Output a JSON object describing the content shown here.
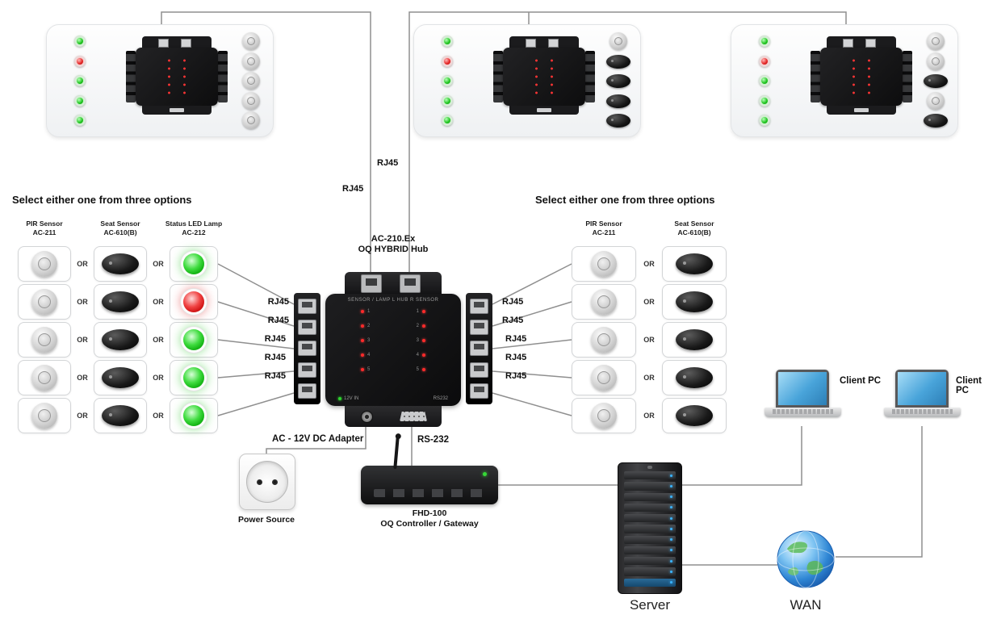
{
  "labels": {
    "rj45": "RJ45",
    "or": "OR"
  },
  "panels": [
    {
      "leds": [
        "green",
        "red",
        "green",
        "green",
        "green"
      ],
      "sensors": [
        "dome",
        "dome",
        "dome",
        "dome",
        "dome"
      ]
    },
    {
      "leds": [
        "green",
        "red",
        "green",
        "green",
        "green"
      ],
      "sensors": [
        "dome",
        "seat",
        "seat",
        "seat",
        "seat"
      ]
    },
    {
      "leds": [
        "green",
        "red",
        "green",
        "green",
        "green"
      ],
      "sensors": [
        "dome",
        "dome",
        "seat",
        "dome",
        "seat"
      ]
    }
  ],
  "left_options": {
    "title": "Select either one from three options",
    "columns": [
      {
        "line1": "PIR Sensor",
        "line2": "AC-211"
      },
      {
        "line1": "Seat Sensor",
        "line2": "AC-610(B)"
      },
      {
        "line1": "Status LED Lamp",
        "line2": "AC-212"
      }
    ],
    "led_colors": [
      "green",
      "red",
      "green",
      "green",
      "green"
    ]
  },
  "right_options": {
    "title": "Select either one from three options",
    "columns": [
      {
        "line1": "PIR Sensor",
        "line2": "AC-211"
      },
      {
        "line1": "Seat Sensor",
        "line2": "AC-610(B)"
      }
    ]
  },
  "hub": {
    "model": "AC-210.Ex",
    "name": "OQ HYBRID Hub",
    "panel_top_text": "SENSOR / LAMP    L    HUB    R    SENSOR",
    "power_text": "12V IN",
    "serial_text": "RS232",
    "port_numbers": [
      "1",
      "2",
      "3",
      "4",
      "5"
    ]
  },
  "bottom": {
    "adapter_label": "AC - 12V DC Adapter",
    "power_source_label": "Power Source",
    "rs232_label": "RS-232",
    "controller_model": "FHD-100",
    "controller_name": "OQ Controller / Gateway",
    "server_label": "Server",
    "wan_label": "WAN",
    "client_pc_label": "Client PC"
  }
}
